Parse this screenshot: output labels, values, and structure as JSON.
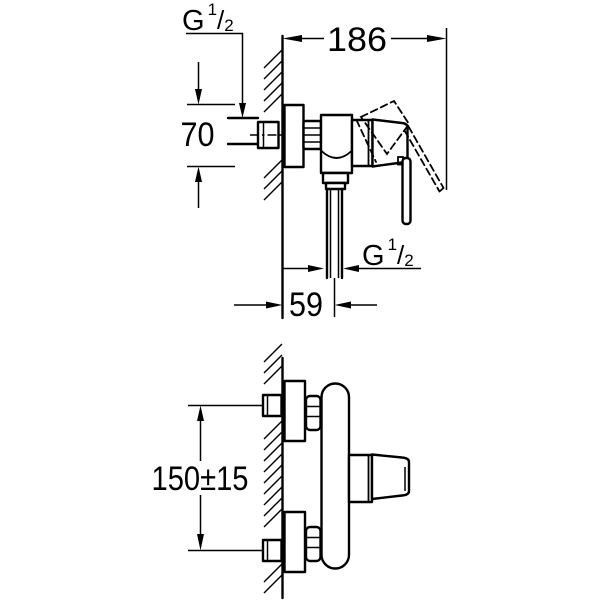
{
  "meta": {
    "background": "#ffffff",
    "ink": "#000000",
    "drawing_type": "faucet installation dimension drawing"
  },
  "labels": {
    "thread": {
      "g": "G",
      "sup": "1",
      "slash": "/",
      "sub": "2"
    },
    "dim_width": "186",
    "dim_height": "70",
    "dim_outlet": "59",
    "dim_spacing": "150±15"
  }
}
